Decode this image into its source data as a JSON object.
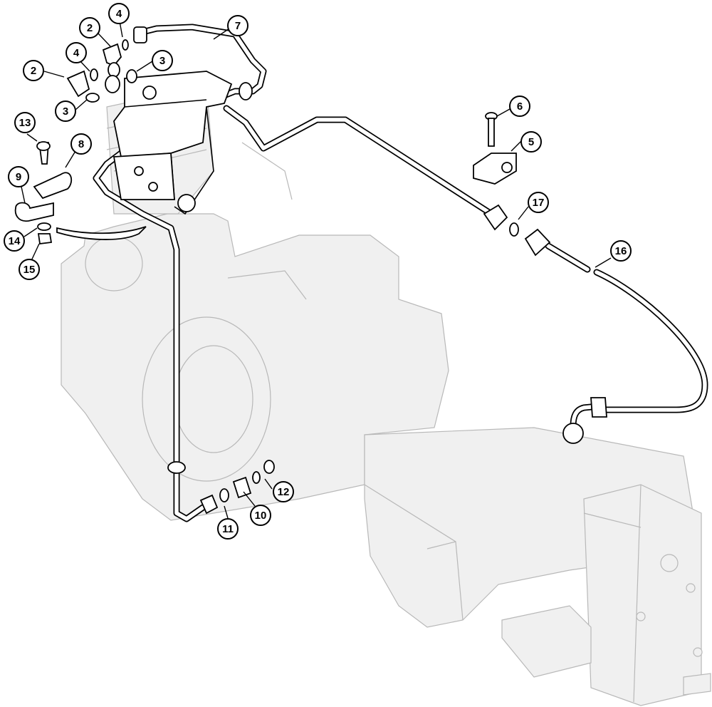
{
  "callouts": [
    {
      "label": "2"
    },
    {
      "label": "4"
    },
    {
      "label": "7"
    },
    {
      "label": "2"
    },
    {
      "label": "4"
    },
    {
      "label": "3"
    },
    {
      "label": "3"
    },
    {
      "label": "13"
    },
    {
      "label": "8"
    },
    {
      "label": "9"
    },
    {
      "label": "14"
    },
    {
      "label": "15"
    },
    {
      "label": "6"
    },
    {
      "label": "5"
    },
    {
      "label": "17"
    },
    {
      "label": "16"
    },
    {
      "label": "12"
    },
    {
      "label": "10"
    },
    {
      "label": "11"
    }
  ]
}
